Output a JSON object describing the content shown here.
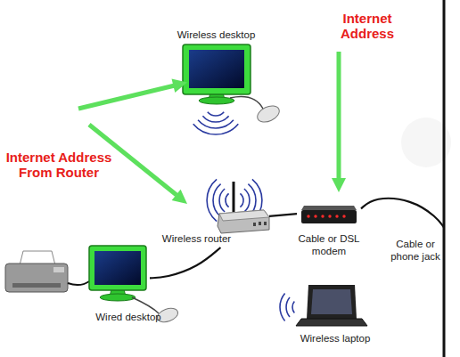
{
  "diagram": {
    "nodes": [
      {
        "text": [
          "Wireless desktop"
        ]
      },
      {
        "text": [
          "Wireless router"
        ]
      },
      {
        "text": [
          "Cable or DSL modem"
        ]
      },
      {
        "text": [
          "Cable or phone jack"
        ]
      },
      {
        "text": [
          "Wired desktop"
        ]
      },
      {
        "text": [
          "Wireless laptop"
        ]
      }
    ],
    "edges": [
      {
        "from": 1,
        "to": 2,
        "arrow": "none"
      },
      {
        "from": 2,
        "to": 3,
        "arrow": "none"
      },
      {
        "from": 1,
        "to": 4,
        "arrow": "none"
      }
    ],
    "labels": [
      "Internet Address",
      "Internet Address From Router"
    ]
  }
}
